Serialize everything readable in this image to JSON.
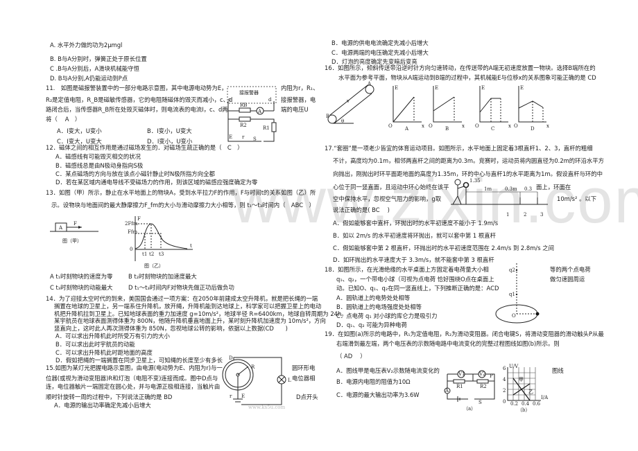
{
  "watermark": "www.zixin.com.cn",
  "q10": {
    "options": [
      "A. 水平外力做的功为2μmgl",
      "B. B与A分别时，弹簧正处于原长位置",
      "C .B与A分别后，A滑块机械能守恒",
      "D. B与A分别,A仍能运动到P点"
    ]
  },
  "q11": {
    "lines": [
      "11.　如图是磁报警装置中的一部分电路示意图，其中电源电动势为E，",
      "R₂是定值电阻，R_B是磁敏传感器，它的电阻随磁体的毁灭而减小，c、d",
      "路闭合后，当传感器R_B所在处毁灭磁体时，则电流表的电流I，c、d两",
      "将（　 A　）"
    ],
    "side": [
      "内阻为r，R₁、",
      "接报警器，电",
      "端的电压U"
    ],
    "options": [
      "A．I变大，U变小",
      "B．I变小，U变大",
      "C．I变大，U变大",
      "D．I变小，U变小"
    ],
    "figure": {
      "alarm": "接报警器",
      "c": "c",
      "d": "d",
      "RB": "RB",
      "R2": "R2",
      "R1": "R1",
      "A": "A",
      "E": "E",
      "r": "r",
      "S": "S"
    }
  },
  "q12": {
    "stem": "12．磁体之间的相互作用是通过磁场发生的．对磁场生疏正确的是（　C　）",
    "options": [
      "A．磁感线有可能毁灭相交的状况",
      "B．磁感线总是由N极动身指向S极",
      "C．某点磁场的方向与放在该点小磁针静止时N极所指方向全都",
      "D．若在某区域内通电导线不受磁场力的作用，则该区域的磁感应强度确定为零"
    ]
  },
  "q13": {
    "lines": [
      "13．如图（甲）所示，静止在水平地面上的物块A，受到水平拉力F的作用，F与时间t的关系如图（乙）所",
      "示。设物块与地面间的最大静摩擦力F_fm的大小与滑动摩擦力大小相等，则 t₁～t₃时间内（　ABC　）"
    ],
    "figure": {
      "block": "A",
      "force": "F",
      "caption_a": "图（甲）",
      "caption_b": "图（乙）",
      "y_axis": "F",
      "x_axis": "t",
      "y_ticks": [
        "2Ffm",
        "Ffm",
        "0"
      ],
      "x_ticks": [
        "t1",
        "t2",
        "t3"
      ]
    },
    "options": [
      "A  t₁时刻物块的速度为零",
      "B  t₂时刻物块的加速度最大",
      "C  t₃时刻物块的动能最大",
      "D  t₁～t₃时间内F对物块先做正功后做负功"
    ]
  },
  "q14": {
    "lines": [
      "14．为了迎接太空时代的到来，美国国会通过一项方案：在2050年前建成太空升降机，就是把长绳的一端",
      "搁置在地球的卫星上，另一端系住升降机，放开绳，升降机能到达地球上，科学家可以把握卫星上的电动",
      "机把升降机拉到卫星上。已知地球表面的重力加速度 g=10m/s²，地球半径 R=6400km，地球自转周期为 24h。",
      "某宇航员在地球表面测得体重为 800N，他随升降机垂直地面上升，某时刻升降机加速度为 10m/s²，方向",
      "竖直向上，这时此人再次测得体重为 850N，忽视地球公转的影响，依据以上数据(CD　　)"
    ],
    "options": [
      "A．可以求出升降机此时所受万有引力的大小",
      "B．可以求出此时宇航员的动能",
      "C．可以求出升降机此时距地面的高度",
      "D．假如把绳的一端搁置在同步卫星上，可知绳的长度至少有多长"
    ]
  },
  "q15": {
    "lines": [
      "15.如图为某灯光把握电路示意图，由电源(电动势为E、内阻为r)与一",
      "位器(或视为滑动变阻器)R和灯泡（电阻不变)连接而成。图中D点与",
      "连，电位器触片一端固定在圆心处，并与电源正极相连接，当触片由",
      "顺时针旋转一周的过程中，下列说法正确的是 BD"
    ],
    "side": [
      "圆环形电",
      "电位器相",
      "D点开头"
    ],
    "options": [
      "A．电源的输出功率确定先减小后增大",
      "B．电源的供电电流确定先减小后增大",
      "C．电源两端的电压确定先减小后增大",
      "D．灯泡的亮度确定先变暗后变亮"
    ],
    "figure": {
      "D": "D",
      "R": "R",
      "L": "L",
      "E": "E",
      "r": "r",
      "site": "www.ks5u.com"
    }
  },
  "q16": {
    "lines": [
      "16．如图所示，倾斜传送带沿逆时针方向匀速转动，在传送带的A端无初速度放置一物块。选择B端所在的",
      "水平面为参考平面，物块从A端运动到B端的过程中，其机械能E与位移x的关系图象可能正确的是 CD"
    ],
    "figure": {
      "A": "A",
      "B": "B",
      "v": "v",
      "theta": "θ",
      "E": "E",
      "x": "x",
      "O": "O",
      "captions": [
        "A",
        "B",
        "C",
        "D"
      ]
    }
  },
  "q17": {
    "lines": [
      "17.“套圈”是一项老少皆宜的体育运动项目。如图所示，水平地面上固定着3根直杆1、2、3，直杆的粗细",
      "不计，高度均为0.1m，相邻两直杆之间的距离为0.3m。竞赛时，运动员将内圆直径为0.2m的环沿水平方",
      "向抛出，刚抛出时环平面距地面的高度为1.35m，环的中心与直杆1的水平距离为1m。假设直杆与环的中",
      "心位于同一竖直面，且运动中环心始终在该平",
      "空中保持水平，忽视空气阻力的影响，g取",
      "说法正确的是( BC　 )"
    ],
    "side": [
      "面上，环面在",
      "10m/s²  。以下"
    ],
    "figure": {
      "height": "1.35",
      "d1": "1m",
      "d2": "0.3m",
      "d3": "0.3",
      "poles": [
        "1",
        "2",
        "3"
      ]
    },
    "options": [
      "A．假如能够套中直杆，环抛出时的水平初速度不能小于 1.9m/s",
      "B．如以 2m/s 的水平初速度将环抛出，就可以套中第 1 根直杆",
      "C．假如能够套中第 2 根直杆，环抛出时的水平初速度范围在 2.4m/s 到 2.8m/s 之间",
      "D．如环抛出的水平速度大于 3.3m/s，就不能套中第 3 根直杆"
    ]
  },
  "q18": {
    "lines": [
      "18．如图所示，在光滑绝缘的水平桌面上方固定着电荷量大小相",
      "q₁、q₂，一个带电小球（可视为点电荷 恰好围绕O点在桌面上",
      "动。已知O、q₁、q₂在同一竖直线上，下列推断正确的是：ACD"
    ],
    "side": [
      "等的两个点电荷",
      "做匀速圆周运"
    ],
    "options": [
      "A．圆轨道上的电势处处相等",
      "B．圆轨道上的电场强度处处相等",
      "C．点电荷 q₁ 对小球的库仑力是吸引力",
      "D．q₁、q₂ 可能为异种电荷"
    ],
    "figure": {
      "q1": "q1",
      "q2": "q2",
      "O": "O"
    }
  },
  "q19": {
    "lines": [
      "19．在如图(a)所示的电路中，R₁为定值电阻，R₂为滑动变阻器。闭合电键S，将滑动变阻器的滑动触头P从最",
      "右端滑到最左端，两个电压表的示数随电路中电流变化的完整过程图线如图(b)所示。则",
      "（ AD　 ）"
    ],
    "options": [
      "A．图线甲是电压表V₂示数随电流变化的",
      "B．电源内电阻的阻值为10Ω",
      "C．电源的最大输出功率为3.6W"
    ],
    "side": [
      "图线"
    ],
    "figure": {
      "V1": "V1",
      "V2": "V2",
      "R1": "R1",
      "R2": "R2",
      "A": "A",
      "P": "P",
      "S": "S",
      "caption_a": "（a）",
      "caption_b": "（b）",
      "y_axis": "U/V",
      "x_axis": "I/A",
      "y_ticks": [
        "6",
        "4",
        "2",
        "0"
      ],
      "x_ticks": [
        "0.2",
        "0.4",
        "0.6"
      ],
      "jia": "甲",
      "yi": "乙"
    }
  }
}
